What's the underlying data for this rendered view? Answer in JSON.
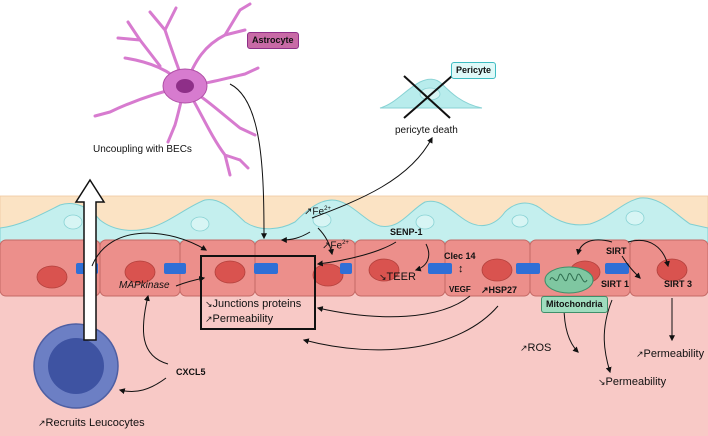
{
  "labels": {
    "astrocyte": "Astrocyte",
    "pericyte": "Pericyte",
    "pericyte_death": "pericyte death",
    "uncoupling": "Uncoupling with BECs",
    "fe_top": "Fe",
    "fe_top_sup": "2+",
    "fe_bottom": "Fe",
    "fe_bottom_sup": "2+",
    "senp1": "SENP-1",
    "teer": "TEER",
    "clec14": "Clec 14",
    "vegf": "VEGF",
    "hsp27": "HSP27",
    "sirt": "SIRT",
    "sirt1": "SIRT 1",
    "sirt3": "SIRT 3",
    "mitochondria": "Mitochondria",
    "mapkinase": "MAPkinase",
    "junctions": "Junctions proteins",
    "permeability_box": "Permeability",
    "cxcl5": "CXCL5",
    "ros": "ROS",
    "permeability_down": "Permeability",
    "permeability_right": "Permeability",
    "recruits": "Recruits Leucocytes"
  },
  "arrows": {
    "up": "↗",
    "down": "↘",
    "updown": "↕"
  },
  "colors": {
    "astrocyte": "#d77bcf",
    "pericyte": "#b8ecec",
    "endothelial": "#ec8f8b",
    "nucleus": "#d9534f",
    "junction": "#2f6fd6",
    "leukocyte": "#6c7fc4",
    "mitochondria": "#7fc7a1",
    "tissue": "#f8c9c6",
    "basement": "#fbe3c4"
  }
}
